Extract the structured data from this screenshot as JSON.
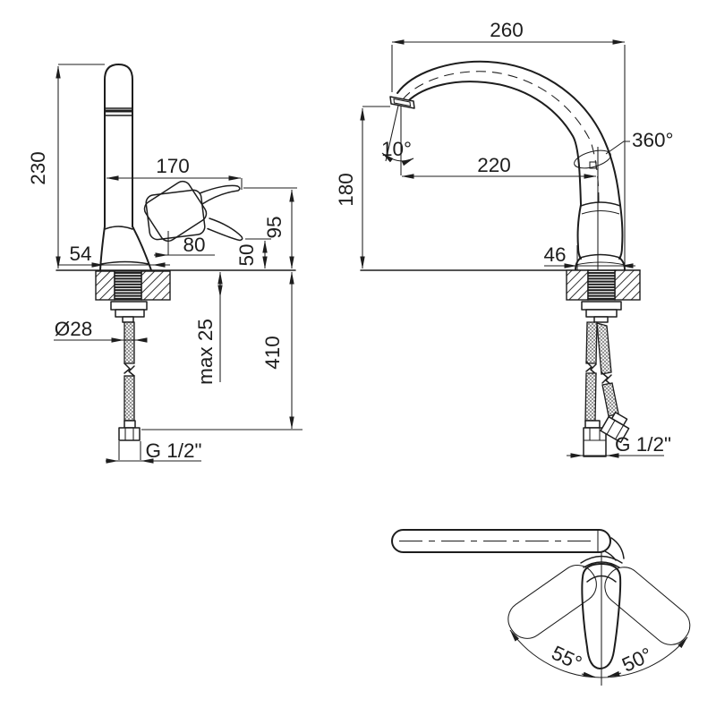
{
  "colors": {
    "background": "#ffffff",
    "line": "#1d1d1d"
  },
  "front_view": {
    "dims": {
      "total_height": "230",
      "handle_reach": "170",
      "spout_projection": "80",
      "base_width": "54",
      "spout_height": "95",
      "handle_min_height": "50",
      "hole_diameter": "Ø28",
      "deck_thickness": "max 25",
      "hose_length": "410",
      "connection_thread": "G 1/2\""
    }
  },
  "side_view": {
    "dims": {
      "overall_depth": "260",
      "outlet_angle": "10°",
      "spout_reach": "220",
      "spout_clearance": "180",
      "swivel_range": "360°",
      "shank_width": "46",
      "connection_thread": "G 1/2\""
    }
  },
  "top_view": {
    "dims": {
      "swing_left": "55°",
      "swing_right": "50°"
    }
  }
}
